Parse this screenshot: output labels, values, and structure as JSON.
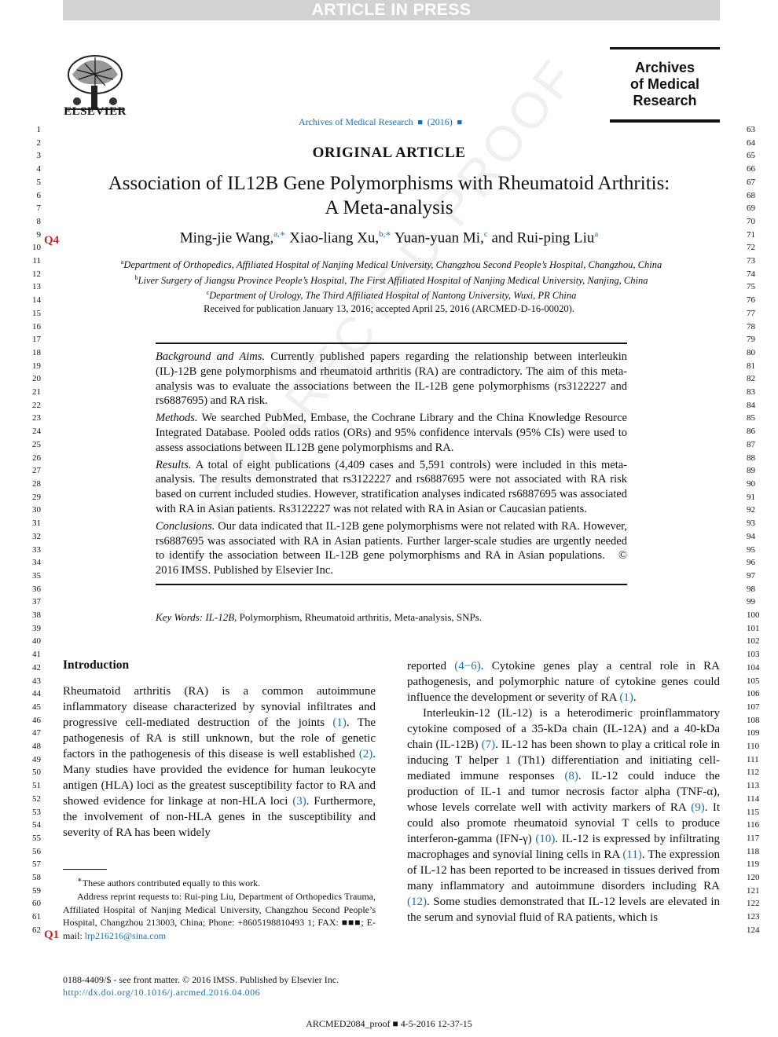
{
  "banner": "ARTICLE IN PRESS",
  "publisher": {
    "name": "ELSEVIER"
  },
  "journal": {
    "header": "Archives of Medical Research",
    "year": "(2016)",
    "box_name": "Archives\nof Medical\nResearch"
  },
  "line_numbers": {
    "left_start": 1,
    "left_end": 62,
    "right_start": 63,
    "right_end": 124
  },
  "query_marks": {
    "q4": "Q4",
    "q1": "Q1"
  },
  "article_type": "ORIGINAL ARTICLE",
  "title": "Association of IL12B Gene Polymorphisms with Rheumatoid Arthritis: A Meta-analysis",
  "authors": [
    {
      "name": "Ming-jie Wang,",
      "sup": "a,∗"
    },
    {
      "name": "Xiao-liang Xu,",
      "sup": "b,∗"
    },
    {
      "name": "Yuan-yuan Mi,",
      "sup": "c"
    },
    {
      "name": "and Rui-ping Liu",
      "sup": "a"
    }
  ],
  "affiliations": [
    {
      "key": "a",
      "text": "Department of Orthopedics, Affiliated Hospital of Nanjing Medical University, Changzhou Second People’s Hospital, Changzhou, China"
    },
    {
      "key": "b",
      "text": "Liver Surgery of Jiangsu Province People’s Hospital, The First Affiliated Hospital of Nanjing Medical University, Nanjing, China"
    },
    {
      "key": "c",
      "text": "Department of Urology, The Third Affiliated Hospital of Nantong University, Wuxi, PR China"
    }
  ],
  "received": "Received for publication January 13, 2016; accepted April 25, 2016 (ARCMED-D-16-00020).",
  "abstract": {
    "background": {
      "head": "Background and Aims.",
      "body": " Currently published papers regarding the relationship between interleukin (IL)-12B gene polymorphisms and rheumatoid arthritis (RA) are contradictory. The aim of this meta-analysis was to evaluate the associations between the IL-12B gene polymorphisms (rs3122227 and rs6887695) and RA risk."
    },
    "methods": {
      "head": "Methods.",
      "body": " We searched PubMed, Embase, the Cochrane Library and the China Knowledge Resource Integrated Database. Pooled odds ratios (ORs) and 95% confidence intervals (95% CIs) were used to assess associations between IL12B gene polymorphisms and RA."
    },
    "results": {
      "head": "Results.",
      "body": " A total of eight publications (4,409 cases and 5,591 controls) were included in this meta-analysis. The results demonstrated that rs3122227 and rs6887695 were not associated with RA risk based on current included studies. However, stratification analyses indicated rs6887695 was associated with RA in Asian patients. Rs3122227 was not related with RA in Asian or Caucasian patients."
    },
    "conclusions": {
      "head": "Conclusions.",
      "body": " Our data indicated that IL-12B gene polymorphisms were not related with RA. However, rs6887695 was associated with RA in Asian patients. Further larger-scale studies are urgently needed to identify the association between IL-12B gene polymorphisms and RA in Asian populations.",
      "copyright": "© 2016 IMSS. Published by Elsevier Inc."
    }
  },
  "keywords": {
    "label": "Key Words:",
    "first": "IL-12B",
    "rest": ", Polymorphism, Rheumatoid arthritis, Meta-analysis, SNPs."
  },
  "watermark": "UNCORRECTED PROOF",
  "intro": {
    "heading": "Introduction",
    "left": [
      {
        "t": "Rheumatoid arthritis (RA) is a common autoimmune inflammatory disease characterized by synovial infiltrates and progressive cell-mediated destruction of the joints "
      },
      {
        "r": "(1)"
      },
      {
        "t": ". The pathogenesis of RA is still unknown, but the role of genetic factors in the pathogenesis of this disease is well established "
      },
      {
        "r": "(2)"
      },
      {
        "t": ". Many studies have provided the evidence for human leukocyte antigen (HLA) loci as the greatest susceptibility factor to RA and showed evidence for linkage at non-HLA loci "
      },
      {
        "r": "(3)"
      },
      {
        "t": ". Furthermore, the involvement of non-HLA genes in the susceptibility and severity of RA has been widely"
      }
    ],
    "right_p1": [
      {
        "t": "reported "
      },
      {
        "r": "(4−6)"
      },
      {
        "t": ". Cytokine genes play a central role in RA pathogenesis, and polymorphic nature of cytokine genes could influence the development or severity of RA "
      },
      {
        "r": "(1)"
      },
      {
        "t": "."
      }
    ],
    "right_p2": [
      {
        "t": "Interleukin-12 (IL-12) is a heterodimeric proinflammatory cytokine composed of a 35-kDa chain (IL-12A) and a 40-kDa chain (IL-12B) "
      },
      {
        "r": "(7)"
      },
      {
        "t": ". IL-12 has been shown to play a critical role in inducing T helper 1 (Th1) differentiation and initiating cell-mediated immune responses "
      },
      {
        "r": "(8)"
      },
      {
        "t": ". IL-12 could induce the production of IL-1 and tumor necrosis factor alpha (TNF-α), whose levels correlate well with activity markers of RA "
      },
      {
        "r": "(9)"
      },
      {
        "t": ". It could also promote rheumatoid synovial T cells to produce interferon-gamma (IFN-γ) "
      },
      {
        "r": "(10)"
      },
      {
        "t": ". IL-12 is expressed by infiltrating macrophages and synovial lining cells in RA "
      },
      {
        "r": "(11)"
      },
      {
        "t": ". The expression of IL-12 has been reported to be increased in tissues derived from many inflammatory and autoimmune disorders including RA "
      },
      {
        "r": "(12)"
      },
      {
        "t": ". Some studies demonstrated that IL-12 levels are elevated in the serum and synovial fluid of RA patients, which is"
      }
    ]
  },
  "footnotes": {
    "equal_sup": "∗",
    "equal": "These authors contributed equally to this work.",
    "address": "Address reprint requests to: Rui-ping Liu, Department of Orthopedics Trauma, Affiliated Hospital of Nanjing Medical University, Changzhou Second People’s Hospital, Changzhou 213003, China; Phone: +8605198810493 1; FAX: ■■■; E-mail:",
    "email": "lrp216216@sina.com"
  },
  "bottom": {
    "front_matter": "0188-4409/$ - see front matter. © 2016 IMSS. Published by Elsevier Inc.",
    "doi": "http://dx.doi.org/10.1016/j.arcmed.2016.04.006"
  },
  "proof_line": "ARCMED2084_proof ■ 4-5-2016 12-37-15",
  "colors": {
    "link": "#2070a8",
    "query": "#c0262a",
    "banner_bg": "#d2d2d2"
  }
}
